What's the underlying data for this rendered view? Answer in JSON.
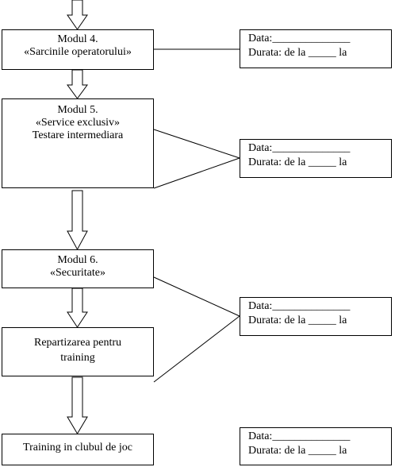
{
  "modules": [
    {
      "id": "modul-4",
      "lines": [
        "Modul 4.",
        "«Sarcinile operatorului»"
      ]
    },
    {
      "id": "modul-5",
      "lines": [
        "Modul 5.",
        "«Service exclusiv»",
        "Testare intermediara"
      ]
    },
    {
      "id": "modul-6",
      "lines": [
        "Modul 6.",
        "«Securitate»"
      ]
    },
    {
      "id": "repartizarea",
      "lines": [
        "Repartizarea pentru",
        "training"
      ]
    },
    {
      "id": "training",
      "lines": [
        "Training in clubul de joc"
      ]
    }
  ],
  "info_boxes": [
    {
      "date_text": "Data:______________",
      "duration_text": "Durata: de la _____ la"
    },
    {
      "date_text": "Data:______________",
      "duration_text": "Durata: de la _____ la"
    },
    {
      "date_text": "Data:______________",
      "duration_text": "Durata: de la _____ la"
    },
    {
      "date_text": "Data:______________",
      "duration_text": "Durata: de la _____ la"
    }
  ]
}
